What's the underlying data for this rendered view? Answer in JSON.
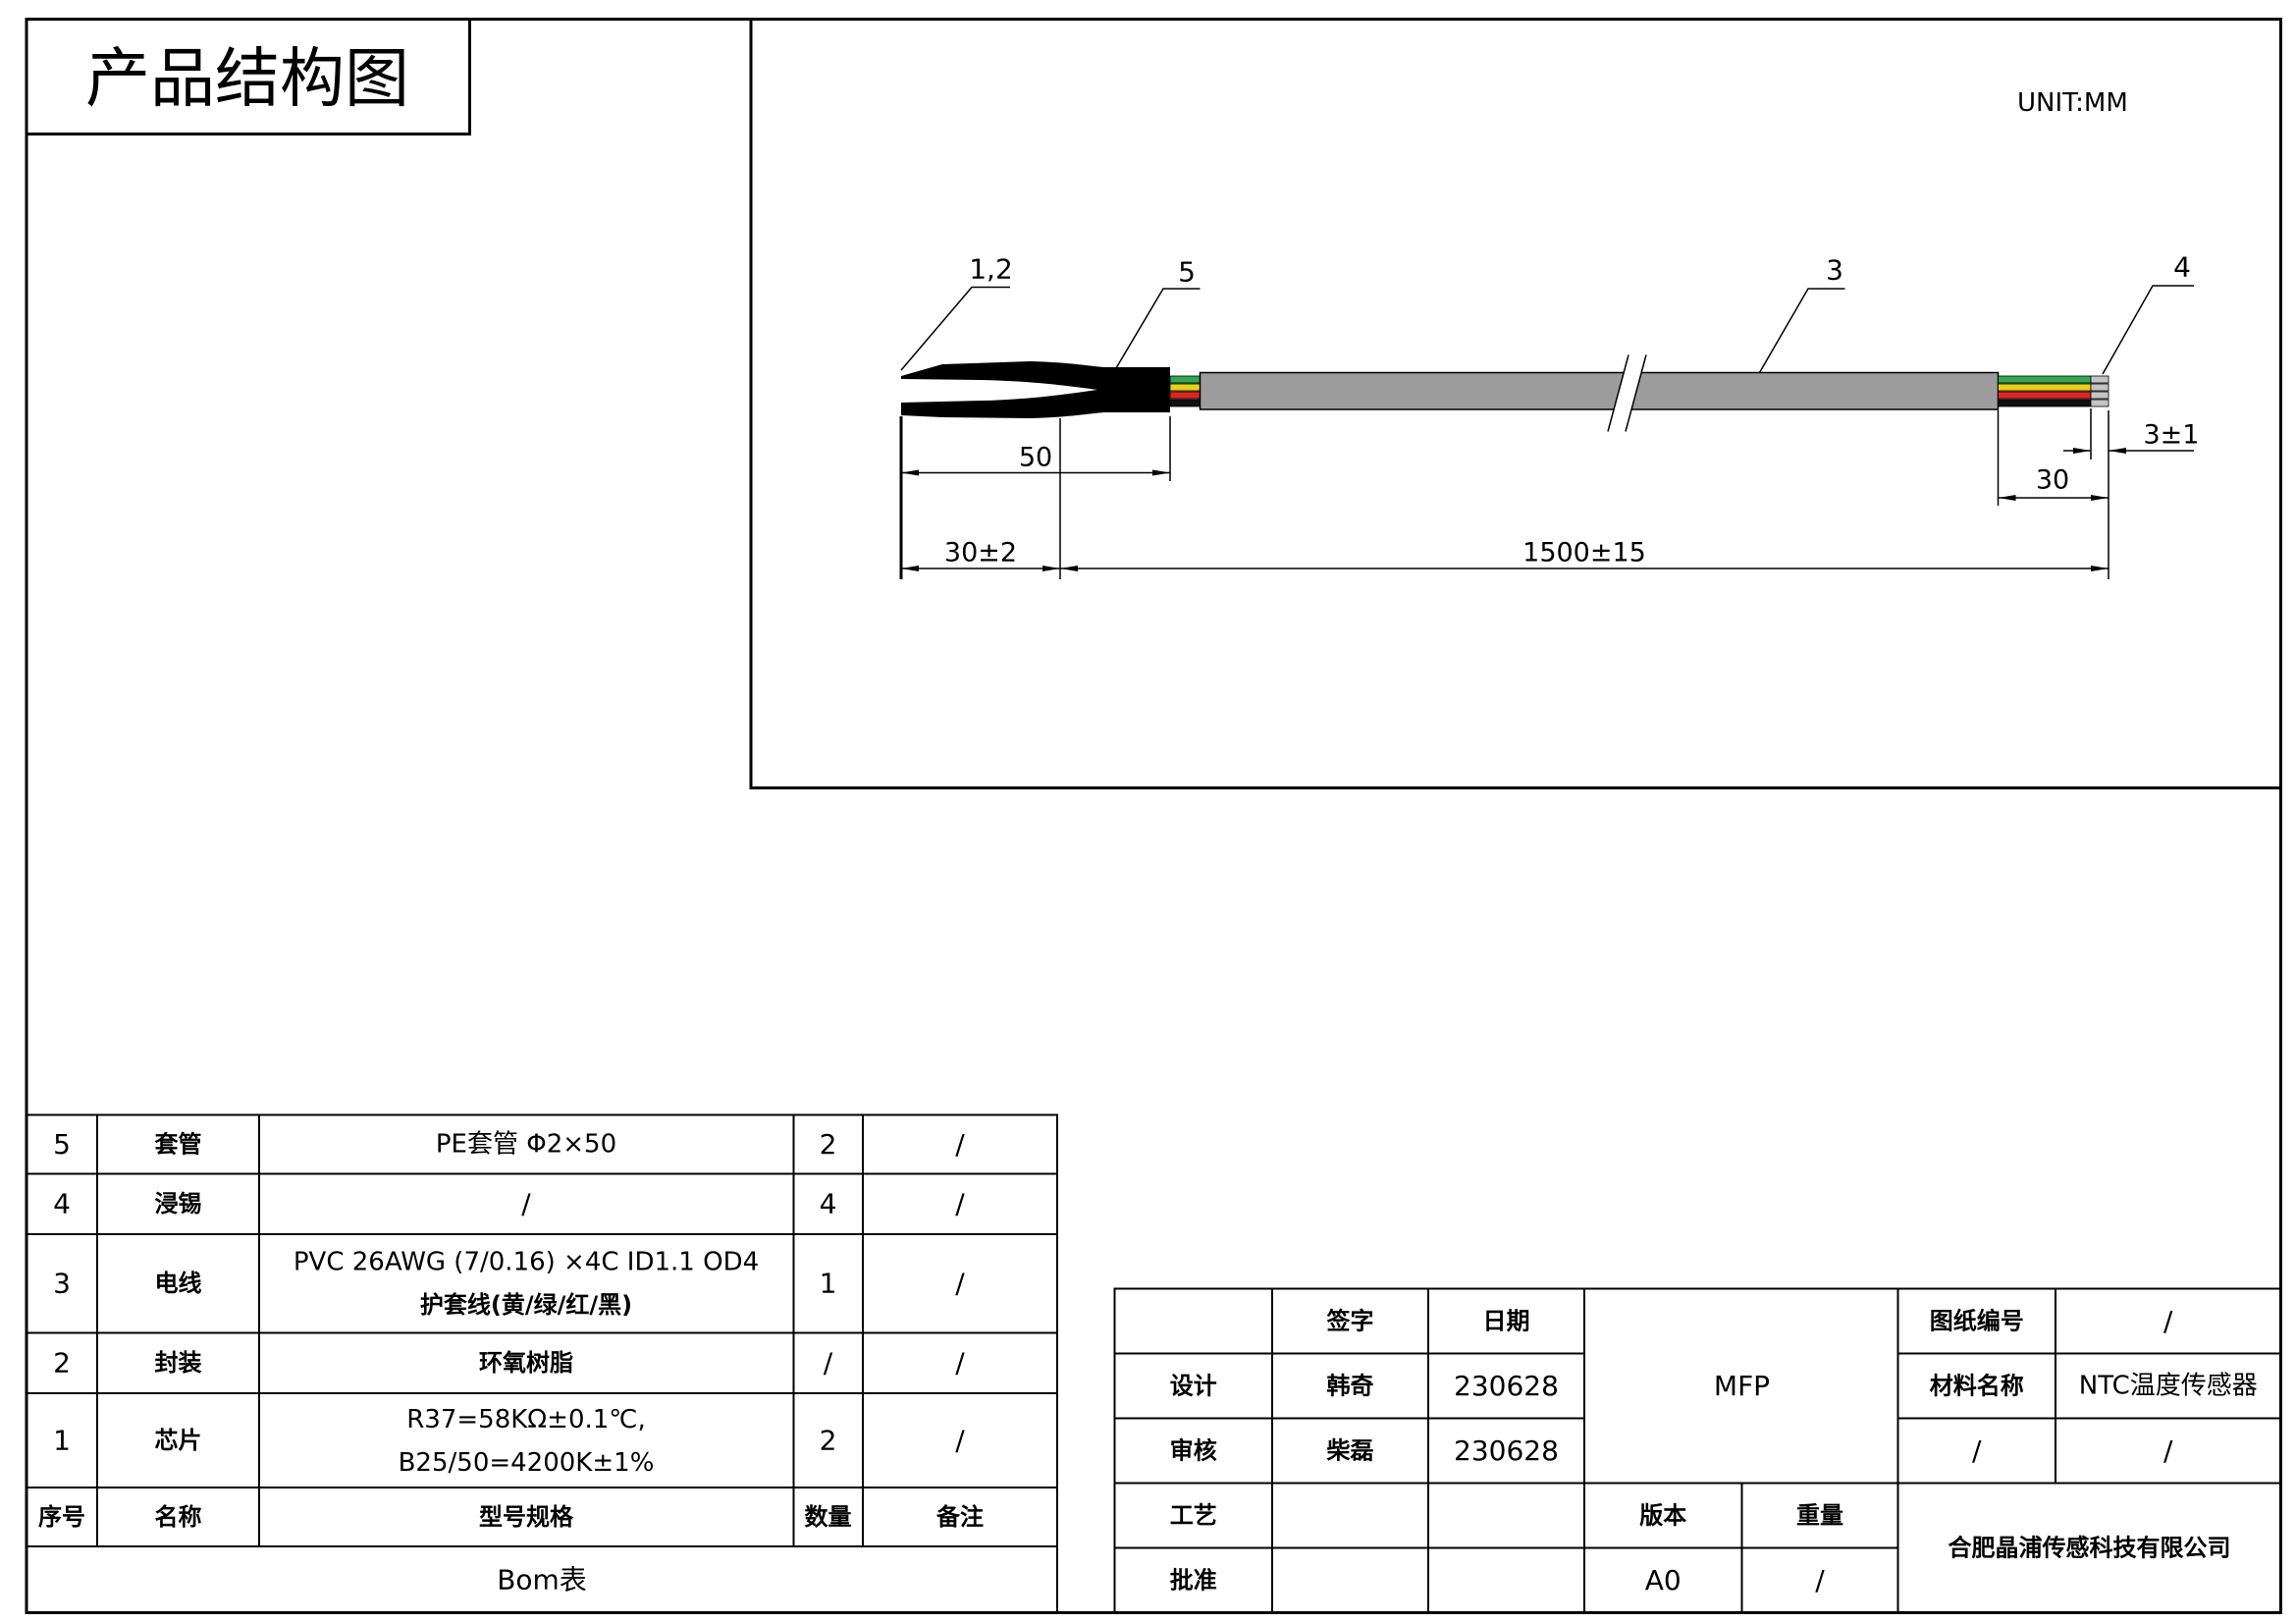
{
  "title": "产品结构图",
  "drawing": {
    "unit": "UNIT:MM",
    "callouts": [
      {
        "label": "1,2"
      },
      {
        "label": "5"
      },
      {
        "label": "3"
      },
      {
        "label": "4"
      }
    ],
    "dimensions": {
      "sleeve_length": "50",
      "tip_length": "30±2",
      "cable_length": "1500±15",
      "strip_length": "30",
      "tin_length": "3±1"
    },
    "colors": {
      "sleeve": "#000000",
      "cable": "#9c9c9c",
      "tin": "#c4c4c4",
      "wires": [
        "#2fa84f",
        "#e8d21a",
        "#e02424",
        "#111111"
      ]
    }
  },
  "bom": {
    "headers": {
      "no": "序号",
      "name": "名称",
      "spec": "型号规格",
      "qty": "数量",
      "note": "备注"
    },
    "rows": [
      {
        "no": "5",
        "name": "套管",
        "spec": [
          "PE套管 Φ2×50"
        ],
        "qty": "2",
        "note": "/"
      },
      {
        "no": "4",
        "name": "浸锡",
        "spec": [
          "/"
        ],
        "qty": "4",
        "note": "/"
      },
      {
        "no": "3",
        "name": "电线",
        "spec": [
          "PVC 26AWG (7/0.16) ×4C ID1.1 OD4",
          "护套线(黄/绿/红/黑)"
        ],
        "qty": "1",
        "note": "/"
      },
      {
        "no": "2",
        "name": "封装",
        "spec": [
          "环氧树脂"
        ],
        "qty": "/",
        "note": "/"
      },
      {
        "no": "1",
        "name": "芯片",
        "spec": [
          "R37=58KΩ±0.1℃,",
          "B25/50=4200K±1%"
        ],
        "qty": "2",
        "note": "/"
      }
    ],
    "caption": "Bom表"
  },
  "title_block": {
    "sign_header": "签字",
    "date_header": "日期",
    "approvals": [
      {
        "role": "设计",
        "signer": "韩奇",
        "date": "230628"
      },
      {
        "role": "审核",
        "signer": "柴磊",
        "date": "230628"
      },
      {
        "role": "工艺"
      },
      {
        "role": "批准"
      }
    ],
    "project": "MFP",
    "drawing_no": {
      "label": "图纸编号",
      "value": "/"
    },
    "material": {
      "label": "材料名称",
      "value": "NTC温度传感器"
    },
    "extra_row": [
      "/",
      "/"
    ],
    "version": {
      "label": "版本",
      "value": "A0"
    },
    "weight": {
      "label": "重量",
      "value": "/"
    },
    "company": "合肥晶浦传感科技有限公司"
  }
}
